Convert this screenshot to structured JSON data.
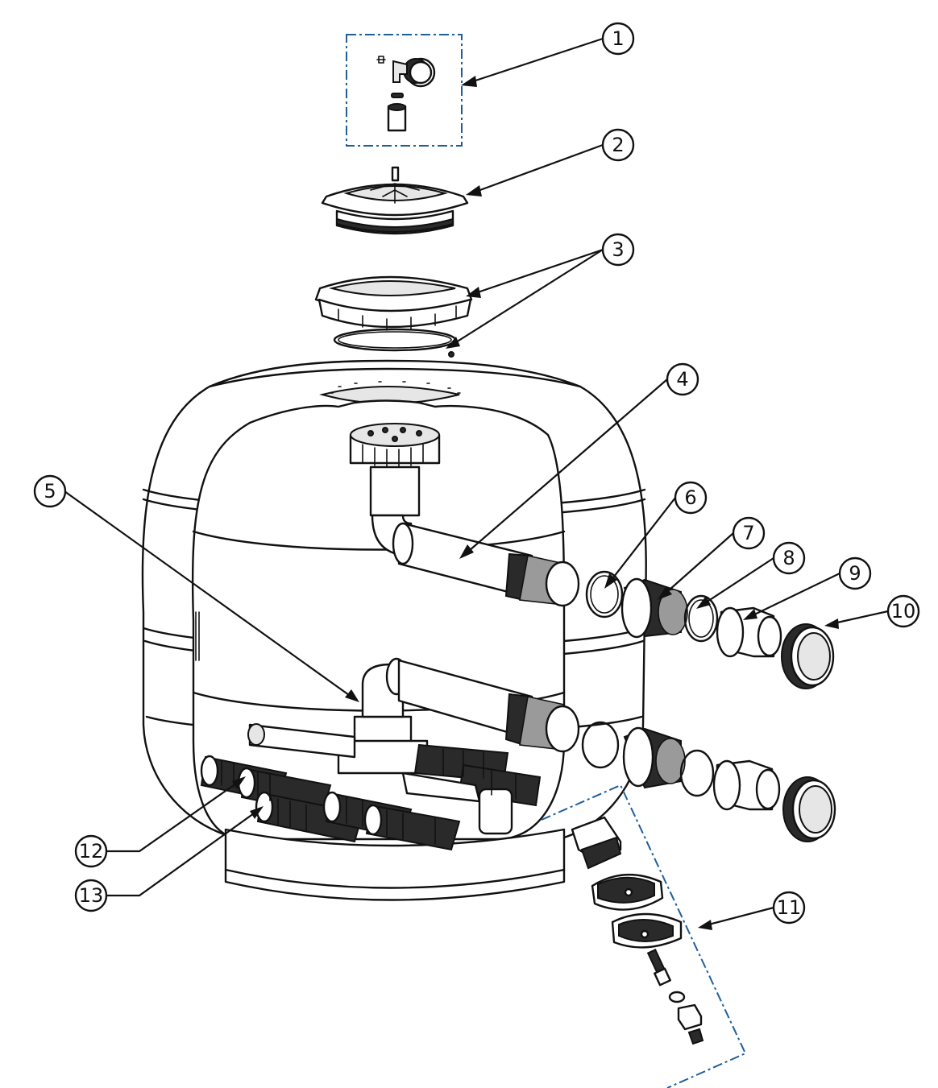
{
  "callouts": [
    {
      "id": "1",
      "label": "1"
    },
    {
      "id": "2",
      "label": "2"
    },
    {
      "id": "3",
      "label": "3"
    },
    {
      "id": "4",
      "label": "4"
    },
    {
      "id": "5",
      "label": "5"
    },
    {
      "id": "6",
      "label": "6"
    },
    {
      "id": "7",
      "label": "7"
    },
    {
      "id": "8",
      "label": "8"
    },
    {
      "id": "9",
      "label": "9"
    },
    {
      "id": "10",
      "label": "10"
    },
    {
      "id": "11",
      "label": "11"
    },
    {
      "id": "12",
      "label": "12"
    },
    {
      "id": "13",
      "label": "13"
    }
  ],
  "colors": {
    "line": "#111111",
    "assembly_box": "#1f5f99",
    "background": "#ffffff"
  }
}
